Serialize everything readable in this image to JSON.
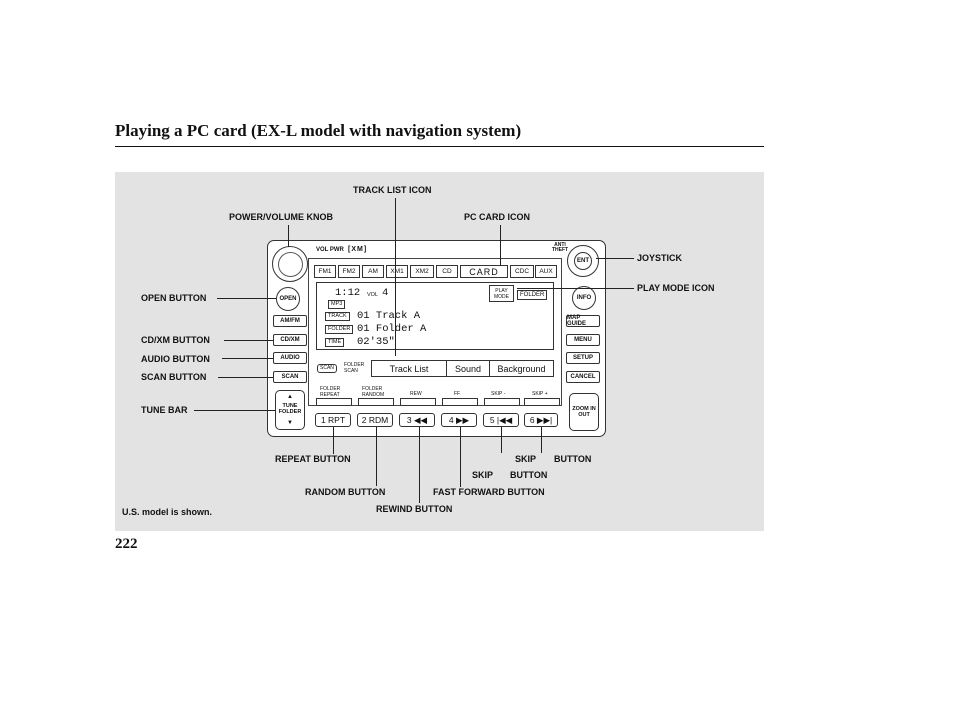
{
  "header": {
    "title": "Playing a PC card (EX-L model with navigation system)",
    "page_number": "222"
  },
  "figure": {
    "caption": "U.S. model is shown.",
    "callouts": {
      "track_list_icon": "TRACK LIST ICON",
      "power_volume_knob": "POWER/VOLUME KNOB",
      "pc_card_icon": "PC CARD ICON",
      "joystick": "JOYSTICK",
      "play_mode_icon": "PLAY MODE ICON",
      "open_button": "OPEN BUTTON",
      "cd_xm_button": "CD/XM BUTTON",
      "audio_button": "AUDIO BUTTON",
      "scan_button": "SCAN BUTTON",
      "tune_bar": "TUNE BAR",
      "repeat_button": "REPEAT BUTTON",
      "random_button": "RANDOM BUTTON",
      "rewind_button": "REWIND BUTTON",
      "fast_forward_button": "FAST FORWARD BUTTON",
      "skip_left": "SKIP",
      "button_left": "BUTTON",
      "skip_right": "SKIP",
      "button_right": "BUTTON"
    },
    "unit": {
      "vol_label": "VOL PWR",
      "xm_logo": "[XM]",
      "anti_theft": "ANTI THEFT",
      "left_buttons": {
        "open": "OPEN",
        "am_fm": "AM/FM",
        "cd_xm": "CD/XM",
        "audio": "AUDIO",
        "scan": "SCAN",
        "tune_folder": "TUNE FOLDER"
      },
      "right_buttons": {
        "ent": "ENT",
        "info": "INFO",
        "map_guide": "MAP GUIDE",
        "menu": "MENU",
        "setup": "SETUP",
        "cancel": "CANCEL",
        "zoom": "ZOOM IN OUT"
      },
      "source_buttons": [
        "FM1",
        "FM2",
        "AM",
        "XM1",
        "XM2",
        "CD",
        "CARD",
        "CDC",
        "AUX"
      ],
      "display": {
        "time": "1:12",
        "vol_word": "VOL",
        "vol_value": "4",
        "format": "MP3",
        "track_tag": "TRACK",
        "track_value": "01 Track A",
        "folder_tag": "FOLDER",
        "folder_value": "01 Folder A",
        "time_tag": "TIME",
        "time_value": "02'35\"",
        "play_mode": "PLAY MODE",
        "folder_box": "FOLDER",
        "scan_tag": "SCAN",
        "folder_scan": "FOLDER SCAN",
        "menu": [
          "Track List",
          "Sound",
          "Background"
        ]
      },
      "function_labels": [
        "FOLDER REPEAT",
        "FOLDER RANDOM",
        "REW",
        "FF",
        "SKIP -",
        "SKIP +"
      ],
      "number_buttons": [
        "1 RPT",
        "2 RDM",
        "3 ◀◀",
        "4 ▶▶",
        "5 |◀◀",
        "6 ▶▶|"
      ]
    }
  }
}
